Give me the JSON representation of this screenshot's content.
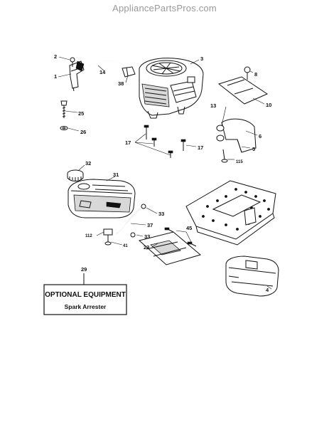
{
  "watermark": "AppliancePartsPros.com",
  "callouts": {
    "c1": "1",
    "c2": "2",
    "c3": "3",
    "c4": "4",
    "c5": "5",
    "c6": "6",
    "c8": "8",
    "c10": "10",
    "c13": "13",
    "c14": "14",
    "c17a": "17",
    "c17b": "17",
    "c23": "23",
    "c25": "25",
    "c26": "26",
    "c29": "29",
    "c31": "31",
    "c32": "32",
    "c33a": "33",
    "c33b": "33",
    "c37": "37",
    "c38": "38",
    "c41": "41",
    "c45": "45",
    "c112": "112",
    "c115": "115"
  },
  "optional_box": {
    "title": "OPTIONAL EQUIPMENT",
    "subtitle": "Spark Arrester"
  }
}
